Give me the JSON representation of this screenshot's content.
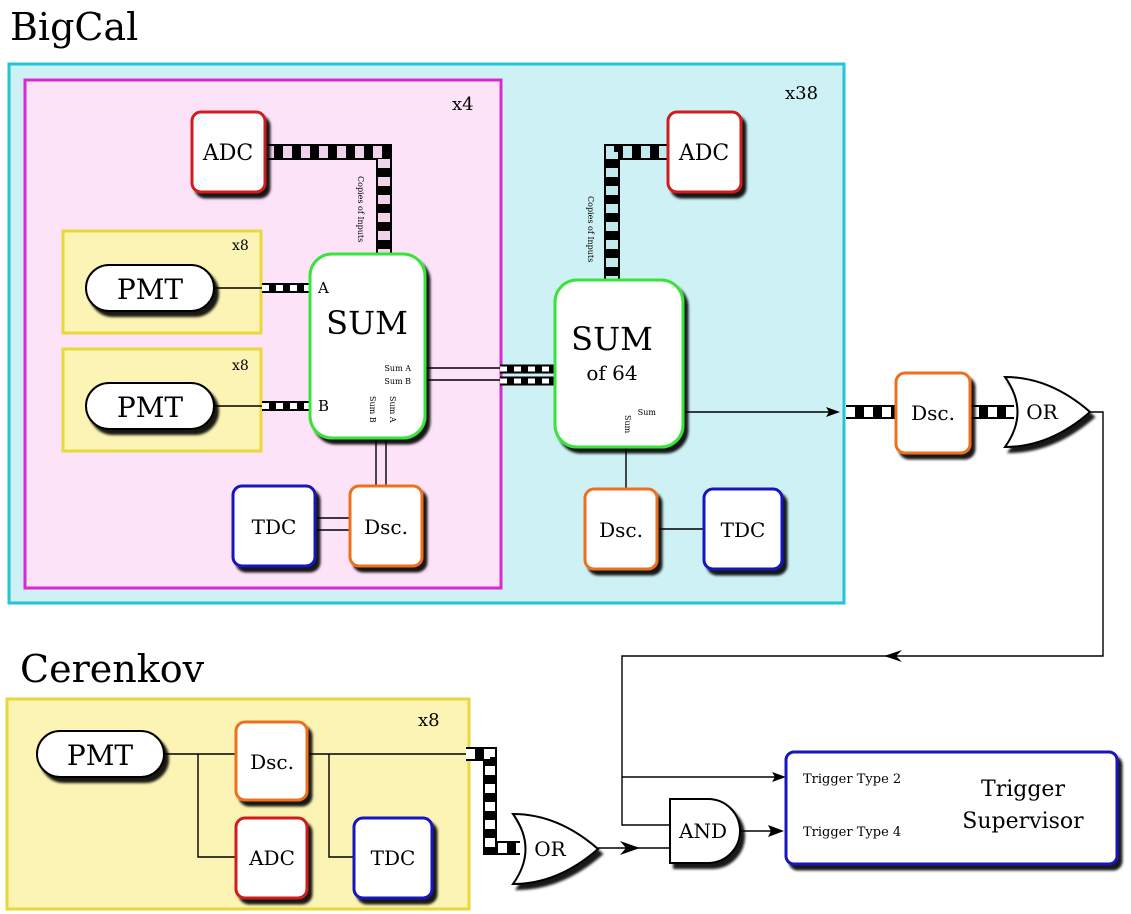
{
  "titles": {
    "bigcal": "BigCal",
    "cerenkov": "Cerenkov"
  },
  "multipliers": {
    "bigcal_outer": "x38",
    "bigcal_inner": "x4",
    "pmt_group_a": "x8",
    "pmt_group_b": "x8",
    "cerenkov": "x8"
  },
  "bigcal": {
    "pmt_a": "PMT",
    "pmt_b": "PMT",
    "adc_inner": "ADC",
    "adc_outer": "ADC",
    "sum_title": "SUM",
    "sum_input_a": "A",
    "sum_input_b": "B",
    "sum_out_a": "Sum A",
    "sum_out_b": "Sum B",
    "sum_vert_b": "Sum B",
    "sum_vert_a": "Sum A",
    "copies_inner": "Copies of Inputs",
    "copies_outer": "Copies of Inputs",
    "sum64_title": "SUM",
    "sum64_sub": "of 64",
    "sum64_out": "Sum",
    "sum64_vert": "Sum",
    "tdc_inner": "TDC",
    "dsc_inner": "Dsc.",
    "dsc_outer": "Dsc.",
    "tdc_outer": "TDC"
  },
  "trigger_chain": {
    "dsc": "Dsc.",
    "or_bigcal": "OR",
    "or_cerenkov": "OR",
    "and_gate": "AND"
  },
  "cerenkov": {
    "pmt": "PMT",
    "dsc": "Dsc.",
    "adc": "ADC",
    "tdc": "TDC"
  },
  "supervisor": {
    "line1": "Trigger",
    "line2": "Supervisor",
    "type2": "Trigger Type 2",
    "type4": "Trigger Type 4"
  },
  "colors": {
    "cyan_region": "#cdf1f4",
    "cyan_border": "#22c4d8",
    "magenta_region": "#fde3f8",
    "magenta_border": "#d82ad0",
    "yellow_region": "#fbf4b4",
    "yellow_border": "#e8d83a",
    "adc_border": "#d01c1c",
    "sum_border": "#39e33b",
    "dsc_border": "#ee6f1c",
    "tdc_border": "#1313c0",
    "supervisor_border": "#1313c0"
  }
}
